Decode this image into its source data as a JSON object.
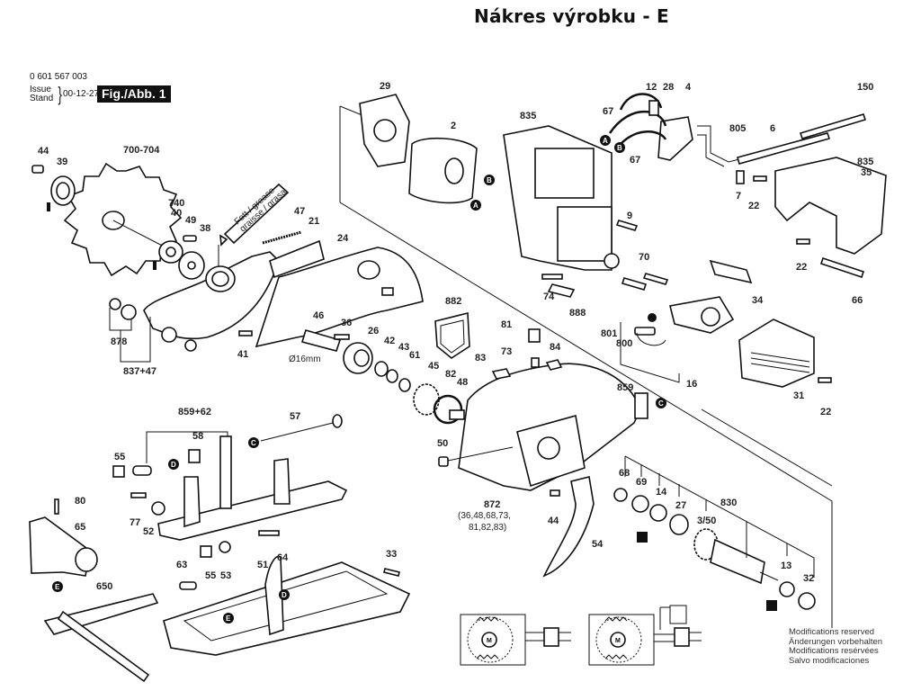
{
  "header": {
    "title": "Nákres výrobku - E",
    "part_number": "0 601 567 003",
    "issue_label": "Issue",
    "stand_label": "Stand",
    "issue_date": "00-12-27",
    "figure_label": "Fig./Abb. 1"
  },
  "callouts": {
    "c29": "29",
    "c2": "2",
    "c835a": "835",
    "c12": "12",
    "c28": "28",
    "c4": "4",
    "c150": "150",
    "c67a": "67",
    "c67b": "67",
    "c805": "805",
    "c6": "6",
    "c835b": "835",
    "c35": "35",
    "c7": "7",
    "c22a": "22",
    "c22b": "22",
    "c22c": "22",
    "c66": "66",
    "c34": "34",
    "c9": "9",
    "c70": "70",
    "c74": "74",
    "c888": "888",
    "c801": "801",
    "c800": "800",
    "c16": "16",
    "c31": "31",
    "c44a": "44",
    "c39": "39",
    "c700": "700-704",
    "c740": "740",
    "c40": "40",
    "c49": "49",
    "c38": "38",
    "c47": "47",
    "c21": "21",
    "c24": "24",
    "c878": "878",
    "c837": "837+47",
    "c41": "41",
    "c46": "46",
    "c16mm": "Ø16mm",
    "c36": "36",
    "c26": "26",
    "c42": "42",
    "c43": "43",
    "c61": "61",
    "c45": "45",
    "c82": "82",
    "c48": "48",
    "c882": "882",
    "c81": "81",
    "c73": "73",
    "c84": "84",
    "c83": "83",
    "c859a": "859",
    "c50": "50",
    "c872": "872",
    "c872_list1": "(36,48,68,73,",
    "c872_list2": "81,82,83)",
    "c859b": "859+62",
    "c57": "57",
    "c58": "58",
    "c55a": "55",
    "c77": "77",
    "c52": "52",
    "c80": "80",
    "c65": "65",
    "c63": "63",
    "c55b": "55",
    "c53": "53",
    "c64": "64",
    "c51": "51",
    "c33": "33",
    "c650": "650",
    "c68": "68",
    "c69": "69",
    "c14": "14",
    "c27": "27",
    "c830": "830",
    "c350": "3/50",
    "c13": "13",
    "c32": "32",
    "c44b": "44",
    "c54": "54"
  },
  "markers": {
    "A": "A",
    "B": "B",
    "C": "C",
    "D": "D",
    "E": "E",
    "M": "M"
  },
  "tube_text": {
    "line1": "Fett / grease",
    "line2": "graisse / grasa"
  },
  "modifications": [
    "Modifications reserved",
    "Änderungen vorbehalten",
    "Modifications resérvées",
    "Salvo modificaciones"
  ]
}
